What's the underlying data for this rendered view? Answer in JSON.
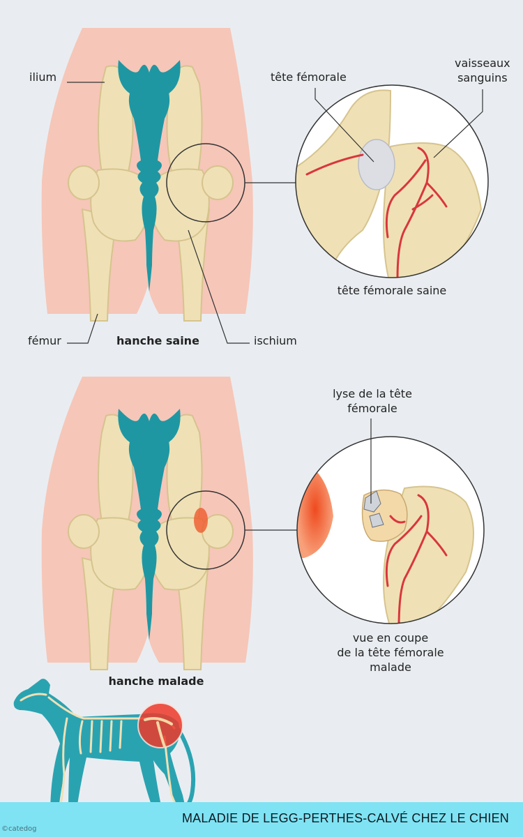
{
  "colors": {
    "background": "#e9edf1",
    "skin": "#f6c6b8",
    "bone": "#efe1b5",
    "spine": "#1e97a3",
    "vessel": "#d9363e",
    "inflammation": "#ef5a2e",
    "banner": "#7fe3f3"
  },
  "healthy": {
    "caption": "hanche saine",
    "labels": {
      "ilium": "ilium",
      "femur": "fémur",
      "ischium": "ischium",
      "femoral_head": "tête fémorale",
      "vessels": "vaisseaux\nsanguins",
      "zoom_caption": "tête fémorale saine"
    }
  },
  "diseased": {
    "caption": "hanche malade",
    "labels": {
      "lysis": "lyse de la tête\nfémorale",
      "zoom_caption": "vue en coupe\nde la tête fémorale malade"
    }
  },
  "banner": {
    "title": "MALADIE DE LEGG-PERTHES-CALVÉ CHEZ LE CHIEN"
  },
  "credit": "©catedog"
}
